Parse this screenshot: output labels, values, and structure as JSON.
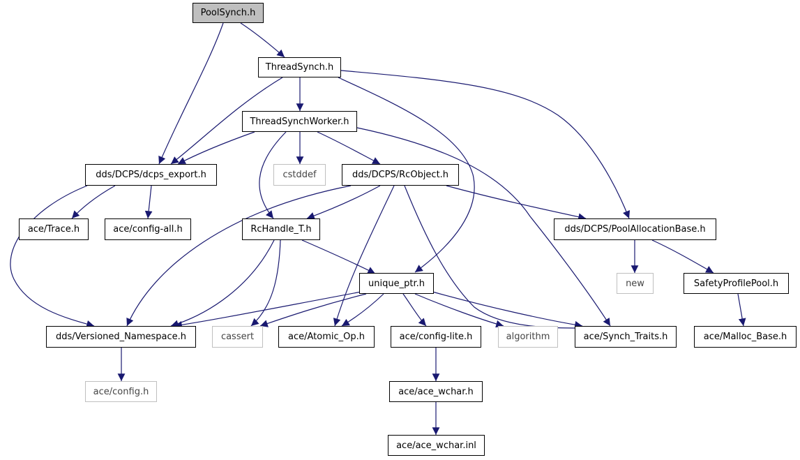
{
  "colors": {
    "edge": "#191970",
    "root_fill": "#bfbfbf",
    "external_border": "#bfbfbf"
  },
  "nodes": {
    "poolsynch": "PoolSynch.h",
    "threadsynch": "ThreadSynch.h",
    "threadsynchworker": "ThreadSynchWorker.h",
    "dcps_export": "dds/DCPS/dcps_export.h",
    "cstddef": "cstddef",
    "rcobject": "dds/DCPS/RcObject.h",
    "ace_trace": "ace/Trace.h",
    "ace_config_all": "ace/config-all.h",
    "rchandle": "RcHandle_T.h",
    "poolallocationbase": "dds/DCPS/PoolAllocationBase.h",
    "unique_ptr": "unique_ptr.h",
    "new": "new",
    "safetyprofilepool": "SafetyProfilePool.h",
    "versioned_namespace": "dds/Versioned_Namespace.h",
    "cassert": "cassert",
    "atomic_op": "ace/Atomic_Op.h",
    "config_lite": "ace/config-lite.h",
    "algorithm": "algorithm",
    "synch_traits": "ace/Synch_Traits.h",
    "malloc_base": "ace/Malloc_Base.h",
    "ace_config": "ace/config.h",
    "ace_wchar_h": "ace/ace_wchar.h",
    "ace_wchar_inl": "ace/ace_wchar.inl"
  }
}
